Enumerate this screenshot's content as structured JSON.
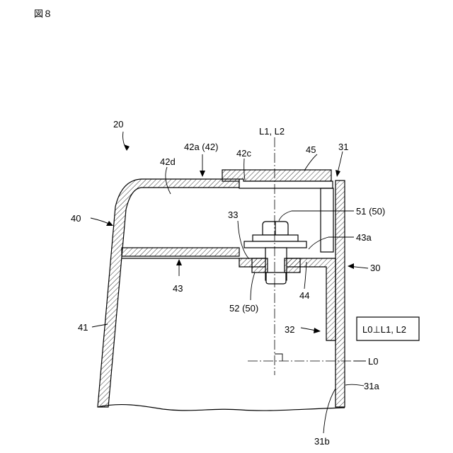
{
  "figure": {
    "title": "図８",
    "labels": {
      "l20": "20",
      "l42a": "42a (42)",
      "l42c": "42c",
      "l45": "45",
      "l31": "31",
      "l42d": "42d",
      "lL": "L1, L2",
      "l40": "40",
      "l33": "33",
      "l51": "51 (50)",
      "l43a": "43a",
      "l30": "30",
      "l43": "43",
      "l52": "52 (50)",
      "l44": "44",
      "l41": "41",
      "l32": "32",
      "l31a": "31a",
      "l31b": "31b",
      "lL0": "L0"
    },
    "condition_box": "L0⊥L1, L2"
  }
}
